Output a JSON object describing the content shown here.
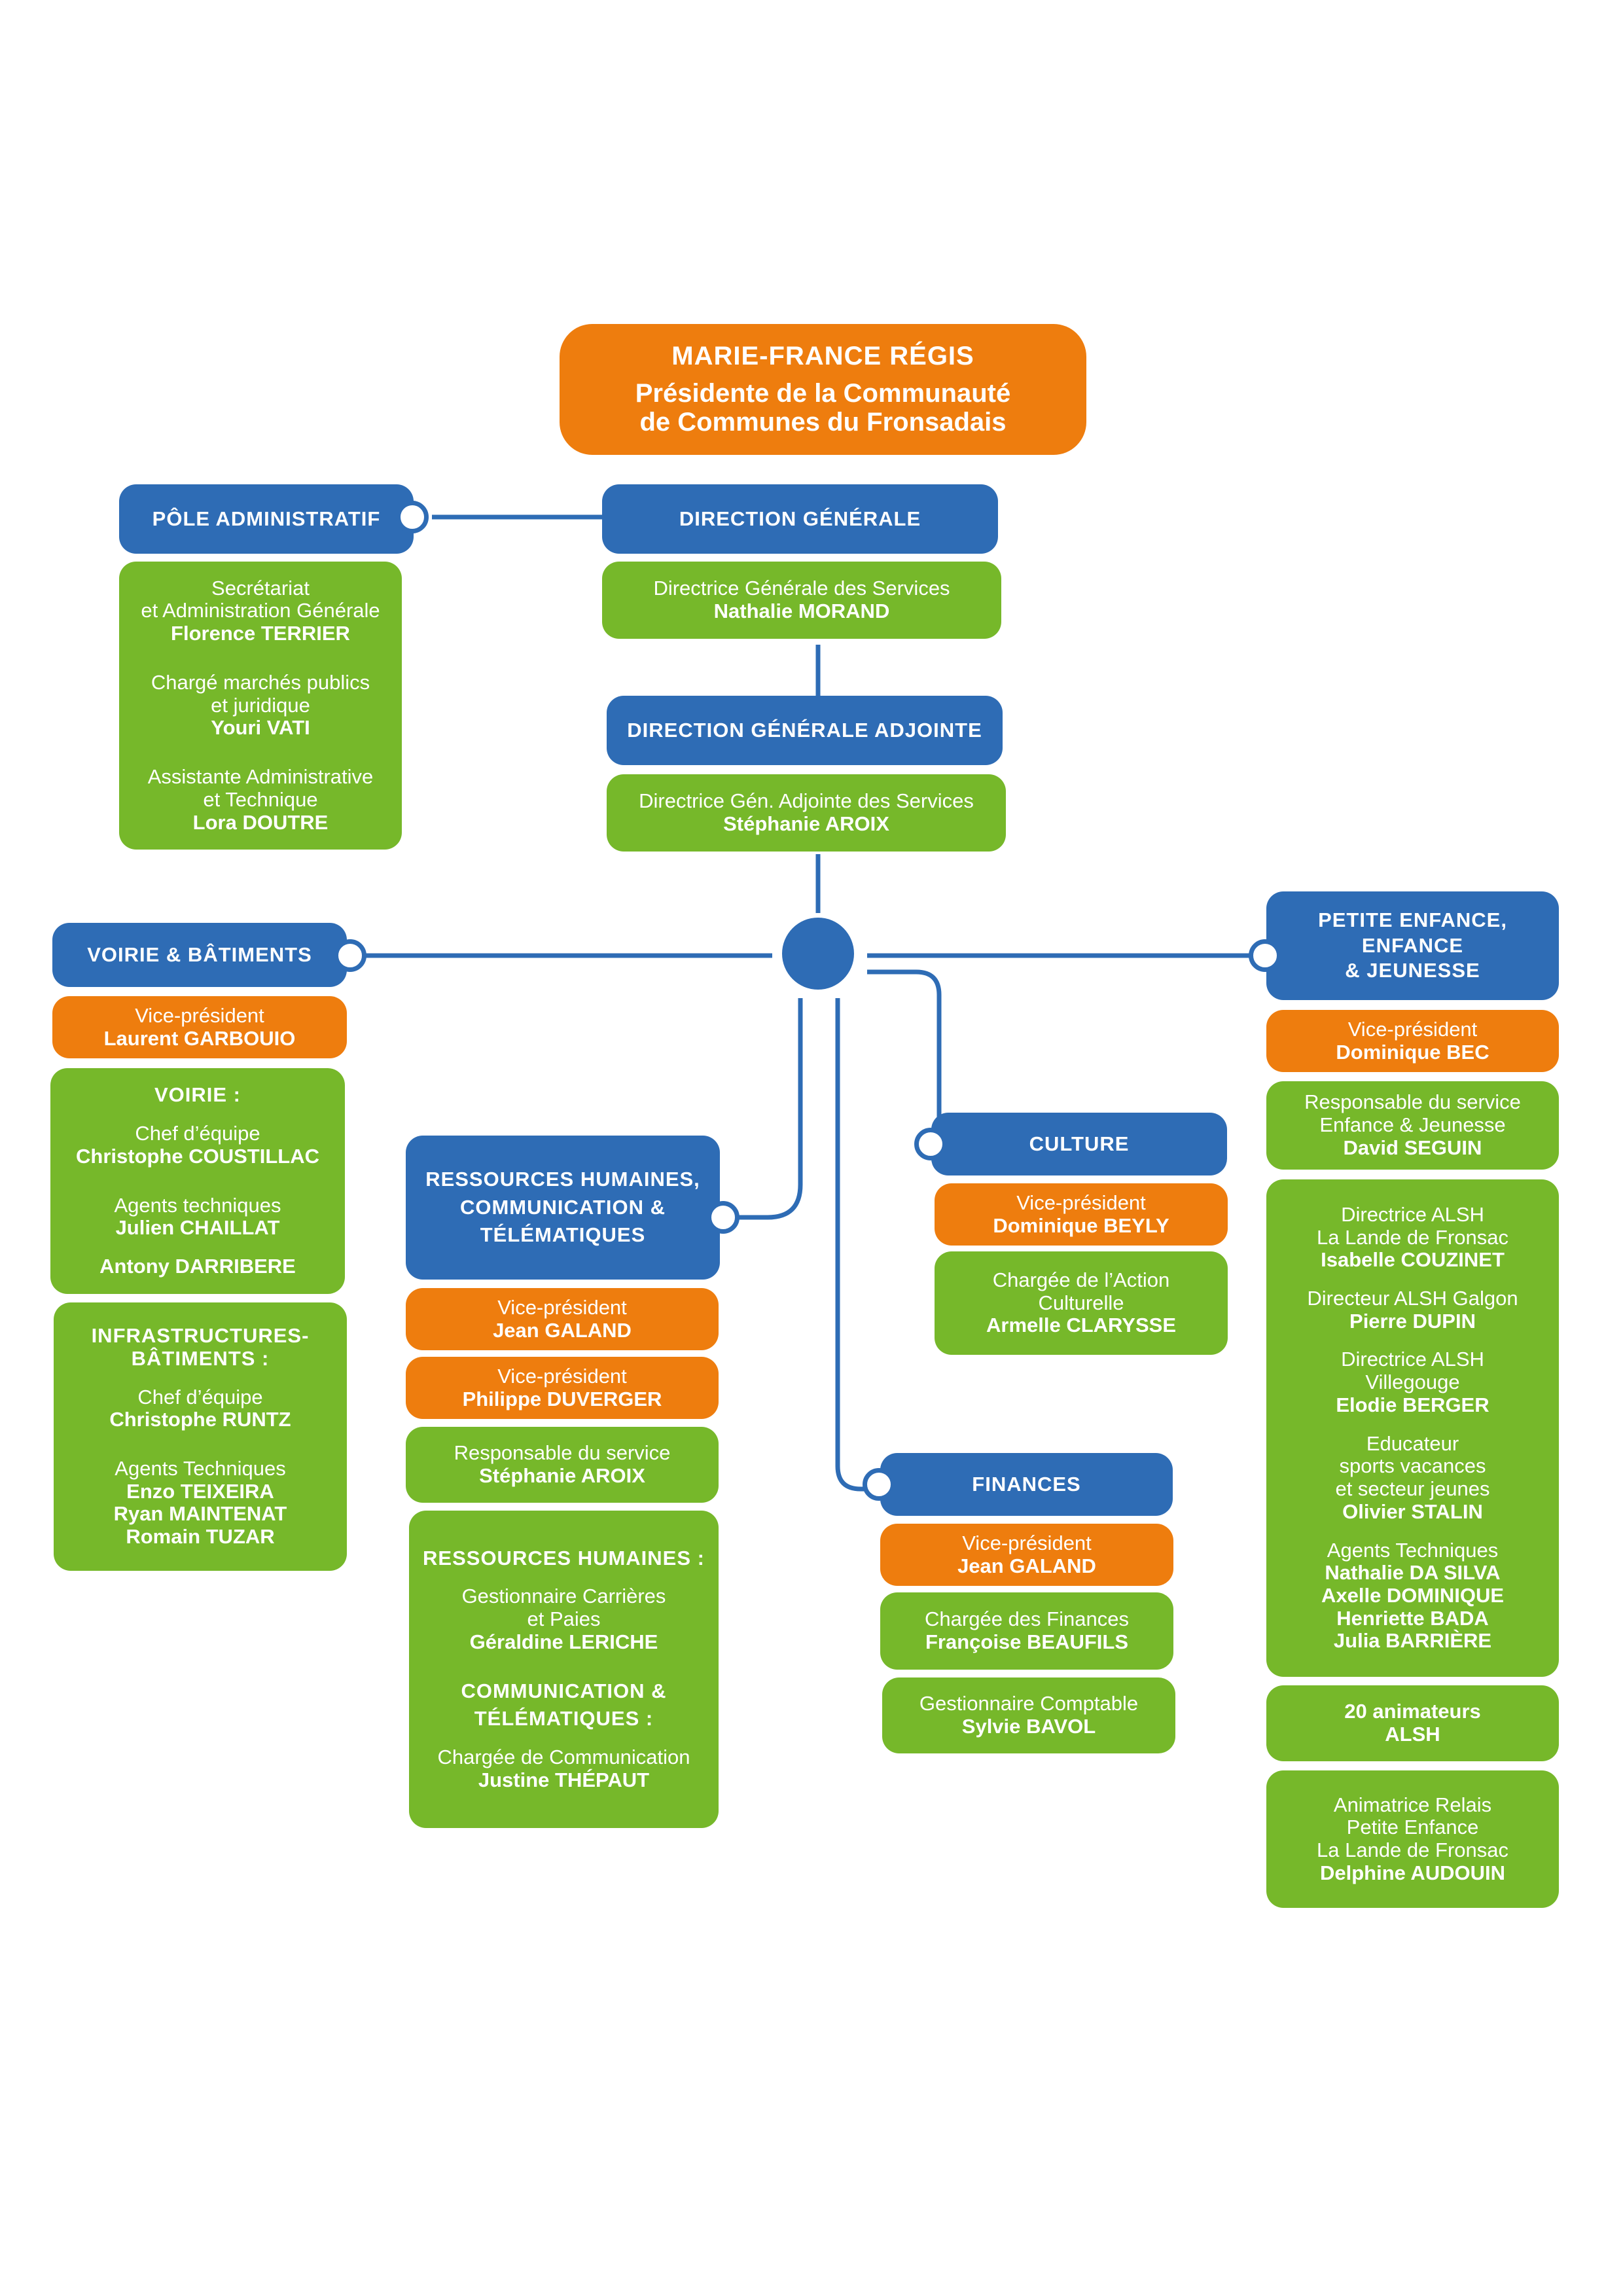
{
  "president": {
    "name": "MARIE-FRANCE RÉGIS",
    "title_line1": "Présidente de la Communauté",
    "title_line2": "de Communes du Fronsadais"
  },
  "pole_admin": {
    "header": "PÔLE ADMINISTRATIF",
    "items": [
      {
        "role": "Secrétariat",
        "role2": "et Administration Générale",
        "person": "Florence TERRIER"
      },
      {
        "role": "Chargé marchés publics",
        "role2": "et juridique",
        "person": "Youri VATI"
      },
      {
        "role": "Assistante Administrative",
        "role2": "et Technique",
        "person": "Lora DOUTRE"
      }
    ]
  },
  "direction_generale": {
    "header": "DIRECTION GÉNÉRALE",
    "role": "Directrice Générale des Services",
    "person": "Nathalie MORAND"
  },
  "direction_adjointe": {
    "header": "DIRECTION GÉNÉRALE ADJOINTE",
    "role": "Directrice Gén. Adjointe des Services",
    "person": "Stéphanie AROIX"
  },
  "voirie": {
    "header": "VOIRIE & BÂTIMENTS",
    "vp_role": "Vice-président",
    "vp_person": "Laurent GARBOUIO",
    "voirie_title": "VOIRIE :",
    "voirie_role1": "Chef d’équipe",
    "voirie_person1": "Christophe COUSTILLAC",
    "voirie_role2": "Agents techniques",
    "voirie_person2": "Julien CHAILLAT",
    "voirie_person3": "Antony DARRIBERE",
    "infra_title1": "INFRASTRUCTURES-",
    "infra_title2": "BÂTIMENTS :",
    "infra_role1": "Chef d’équipe",
    "infra_person1": "Christophe RUNTZ",
    "infra_role2": "Agents Techniques",
    "infra_person2": "Enzo TEIXEIRA",
    "infra_person3": "Ryan MAINTENAT",
    "infra_person4": "Romain TUZAR"
  },
  "rh": {
    "header1": "RESSOURCES HUMAINES,",
    "header2": "COMMUNICATION &",
    "header3": "TÉLÉMATIQUES",
    "vp1_role": "Vice-président",
    "vp1_person": "Jean GALAND",
    "vp2_role": "Vice-président",
    "vp2_person": "Philippe DUVERGER",
    "resp_role": "Responsable du service",
    "resp_person": "Stéphanie AROIX",
    "rh_title": "RESSOURCES HUMAINES :",
    "rh_role1": "Gestionnaire Carrières",
    "rh_role2": "et Paies",
    "rh_person": "Géraldine LERICHE",
    "com_title1": "COMMUNICATION &",
    "com_title2": "TÉLÉMATIQUES :",
    "com_role": "Chargée de Communication",
    "com_person": "Justine THÉPAUT"
  },
  "culture": {
    "header": "CULTURE",
    "vp_role": "Vice-président",
    "vp_person": "Dominique BEYLY",
    "role1": "Chargée de l’Action",
    "role2": "Culturelle",
    "person": "Armelle CLARYSSE"
  },
  "finances": {
    "header": "FINANCES",
    "vp_role": "Vice-président",
    "vp_person": "Jean GALAND",
    "role1": "Chargée des Finances",
    "person1": "Françoise BEAUFILS",
    "role2": "Gestionnaire Comptable",
    "person2": "Sylvie BAVOL"
  },
  "petite_enfance": {
    "header1": "PETITE ENFANCE,",
    "header2": "ENFANCE",
    "header3": "& JEUNESSE",
    "vp_role": "Vice-président",
    "vp_person": "Dominique BEC",
    "resp_role1": "Responsable du service",
    "resp_role2": "Enfance & Jeunesse",
    "resp_person": "David SEGUIN",
    "alsh1_role1": "Directrice ALSH",
    "alsh1_role2": "La Lande de Fronsac",
    "alsh1_person": "Isabelle COUZINET",
    "alsh2_role": "Directeur ALSH Galgon",
    "alsh2_person": "Pierre DUPIN",
    "alsh3_role1": "Directrice ALSH",
    "alsh3_role2": "Villegouge",
    "alsh3_person": "Elodie BERGER",
    "edu_role1": "Educateur",
    "edu_role2": "sports vacances",
    "edu_role3": "et secteur jeunes",
    "edu_person": "Olivier STALIN",
    "agents_role": "Agents Techniques",
    "agents_person1": "Nathalie DA SILVA",
    "agents_person2": "Axelle DOMINIQUE",
    "agents_person3": "Henriette BADA",
    "agents_person4": "Julia BARRIÈRE",
    "anim_line1": "20 animateurs",
    "anim_line2": "ALSH",
    "relais_role1": "Animatrice Relais",
    "relais_role2": "Petite Enfance",
    "relais_role3": "La Lande de Fronsac",
    "relais_person": "Delphine AUDOUIN"
  },
  "colors": {
    "blue": "#2e6cb5",
    "orange": "#ee7d0e",
    "green": "#76b82a"
  }
}
